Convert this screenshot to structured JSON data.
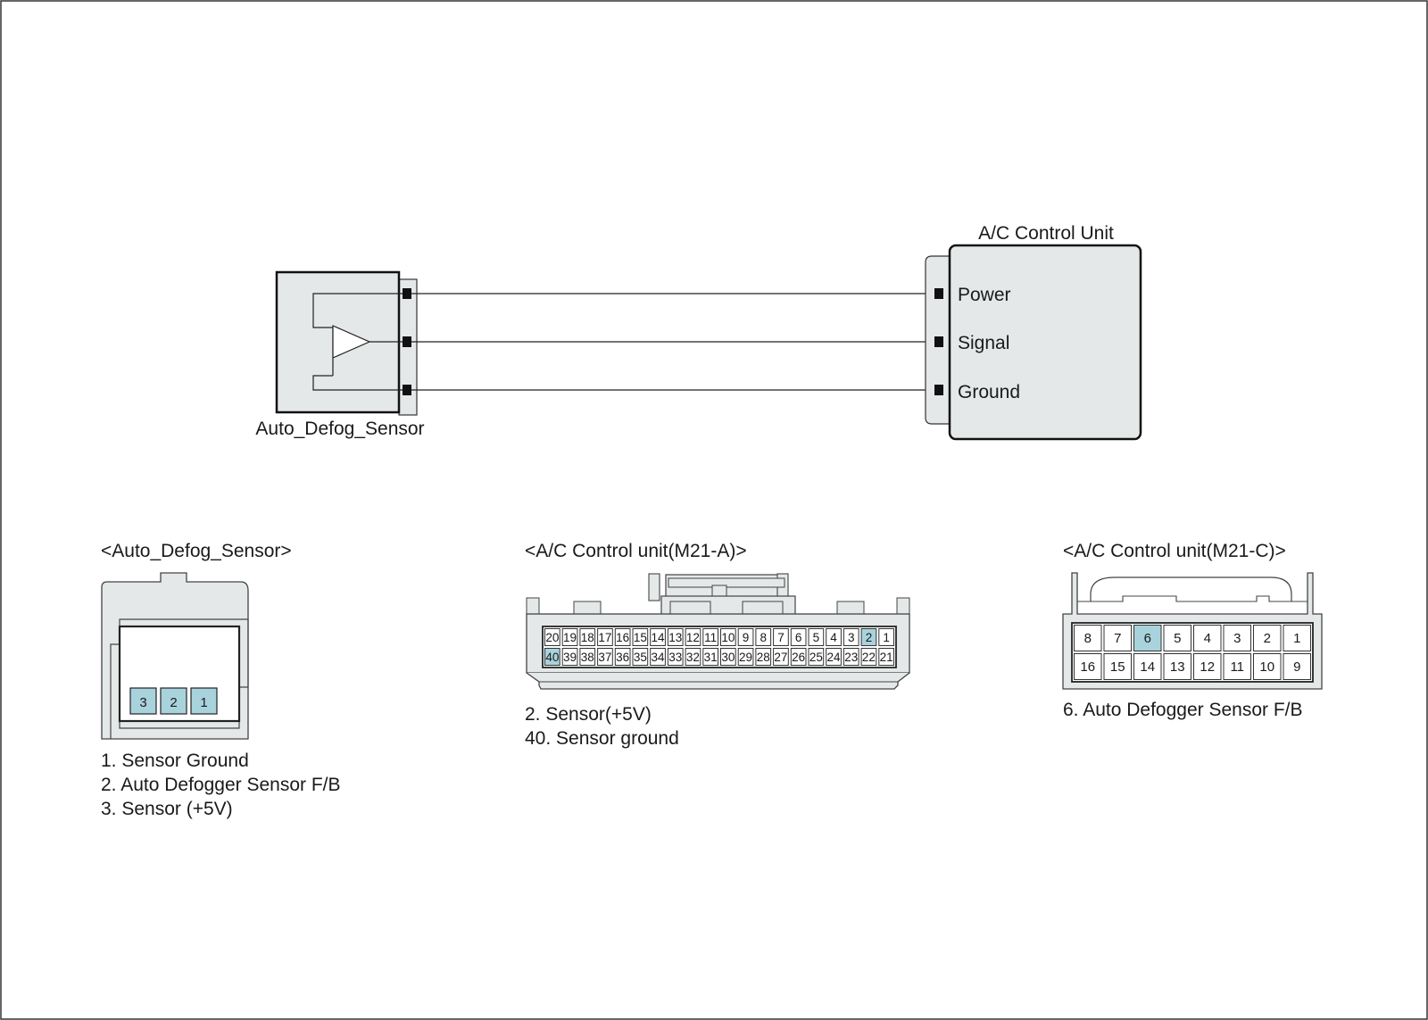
{
  "schematic": {
    "sensor_name": "Auto_Defog_Sensor",
    "ac_unit_title": "A/C Control Unit",
    "ac_pins": [
      "Power",
      "Signal",
      "Ground"
    ]
  },
  "connectors": {
    "sensor": {
      "title": "<Auto_Defog_Sensor>",
      "pins": [
        "3",
        "2",
        "1"
      ],
      "highlight": [
        "3",
        "2",
        "1"
      ],
      "legend": [
        "1. Sensor Ground",
        "2. Auto Defogger Sensor F/B",
        "3. Sensor (+5V)"
      ]
    },
    "m21a": {
      "title": "<A/C Control unit(M21-A)>",
      "row1": [
        "20",
        "19",
        "18",
        "17",
        "16",
        "15",
        "14",
        "13",
        "12",
        "11",
        "10",
        "9",
        "8",
        "7",
        "6",
        "5",
        "4",
        "3",
        "2",
        "1"
      ],
      "row2": [
        "40",
        "39",
        "38",
        "37",
        "36",
        "35",
        "34",
        "33",
        "32",
        "31",
        "30",
        "29",
        "28",
        "27",
        "26",
        "25",
        "24",
        "23",
        "22",
        "21"
      ],
      "highlight": [
        "2",
        "40"
      ],
      "legend": [
        "2. Sensor(+5V)",
        "40. Sensor ground"
      ]
    },
    "m21c": {
      "title": "<A/C Control unit(M21-C)>",
      "row1": [
        "8",
        "7",
        "6",
        "5",
        "4",
        "3",
        "2",
        "1"
      ],
      "row2": [
        "16",
        "15",
        "14",
        "13",
        "12",
        "11",
        "10",
        "9"
      ],
      "highlight": [
        "6"
      ],
      "legend": [
        "6. Auto Defogger Sensor F/B"
      ]
    }
  },
  "colors": {
    "highlight": "#a9d3dc",
    "body": "#e4e8e8",
    "line": "#1a1a1a"
  }
}
